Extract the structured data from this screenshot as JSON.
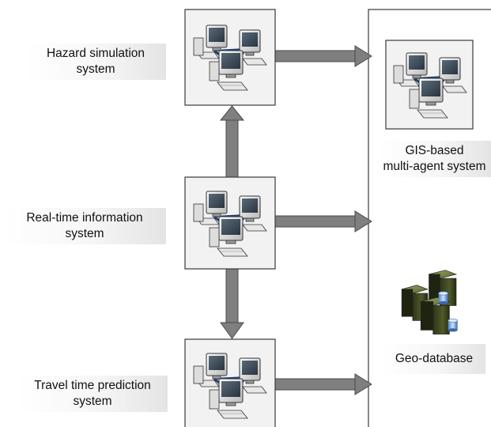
{
  "labels": {
    "hazard": "Hazard simulation\nsystem",
    "realtime": "Real-time information\nsystem",
    "travel": "Travel time prediction\nsystem",
    "gis": "GIS-based\nmulti-agent system",
    "geodb": "Geo-database"
  },
  "icons": {
    "hazard": "networked-computers-icon",
    "realtime": "networked-computers-icon",
    "travel": "networked-computers-icon",
    "gis": "networked-computers-icon",
    "geodb": "database-servers-icon"
  },
  "colors": {
    "arrow_fill": "#7f7f7f",
    "box_fill": "#f2f2f2",
    "box_stroke": "#3a3a3a"
  }
}
